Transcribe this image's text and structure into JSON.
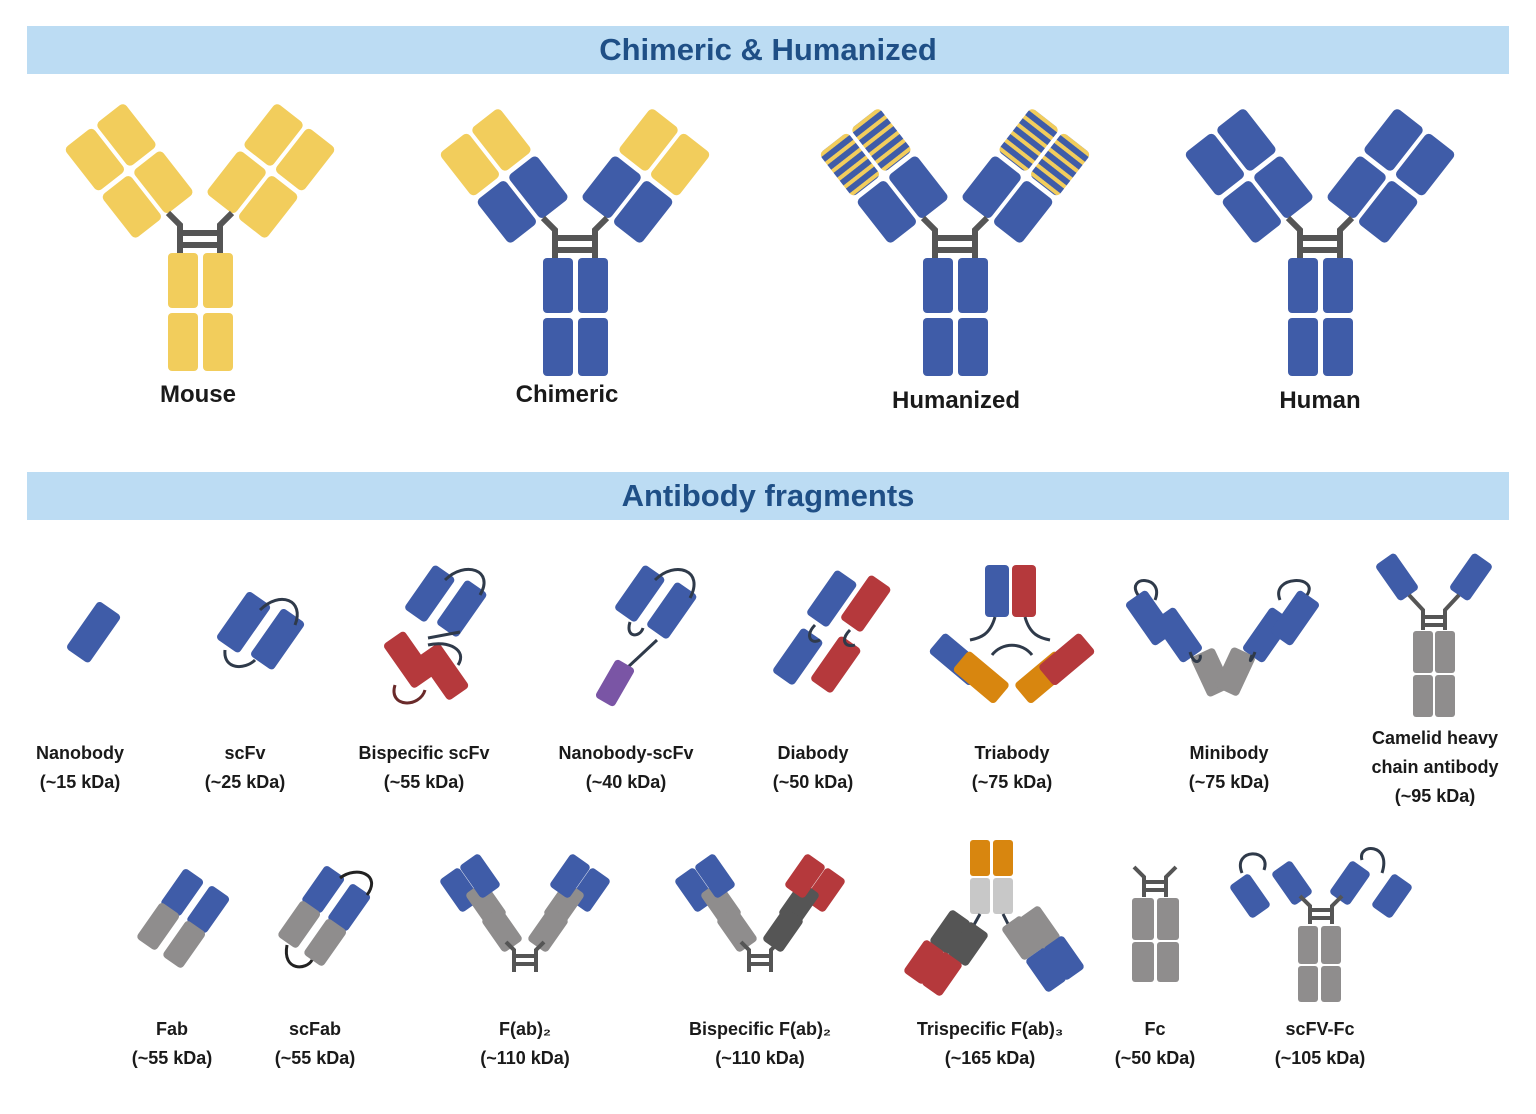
{
  "colors": {
    "banner_bg": "#bcdcf3",
    "banner_text": "#1f4f86",
    "mouse_yellow": "#f2cd5c",
    "human_blue": "#3f5ca8",
    "red": "#b5393c",
    "orange": "#d8860f",
    "purple": "#7a55a5",
    "gray": "#8f8d8d",
    "dark_gray": "#555555",
    "light_gray": "#c8c8c8",
    "linker": "#2f3a4a"
  },
  "sections": {
    "chimeric_humanized": {
      "title": "Chimeric & Humanized",
      "items": [
        {
          "label": "Mouse"
        },
        {
          "label": "Chimeric"
        },
        {
          "label": "Humanized"
        },
        {
          "label": "Human"
        }
      ]
    },
    "fragments": {
      "title": "Antibody fragments",
      "row1": [
        {
          "name": "Nanobody",
          "mass": "(~15 kDa)"
        },
        {
          "name": "scFv",
          "mass": "(~25 kDa)"
        },
        {
          "name": "Bispecific scFv",
          "mass": "(~55 kDa)"
        },
        {
          "name": "Nanobody-scFv",
          "mass": "(~40 kDa)"
        },
        {
          "name": "Diabody",
          "mass": "(~50 kDa)"
        },
        {
          "name": "Triabody",
          "mass": "(~75 kDa)"
        },
        {
          "name": "Minibody",
          "mass": "(~75 kDa)"
        },
        {
          "name_line1": "Camelid heavy",
          "name_line2": "chain antibody",
          "mass": "(~95 kDa)"
        }
      ],
      "row2": [
        {
          "name": "Fab",
          "mass": "(~55 kDa)"
        },
        {
          "name": "scFab",
          "mass": "(~55 kDa)"
        },
        {
          "name": "F(ab)₂",
          "mass": "(~110 kDa)"
        },
        {
          "name": "Bispecific F(ab)₂",
          "mass": "(~110 kDa)"
        },
        {
          "name": "Trispecific F(ab)₃",
          "mass": "(~165 kDa)"
        },
        {
          "name": "Fc",
          "mass": "(~50 kDa)"
        },
        {
          "name": "scFV-Fc",
          "mass": "(~105 kDa)"
        }
      ]
    }
  }
}
